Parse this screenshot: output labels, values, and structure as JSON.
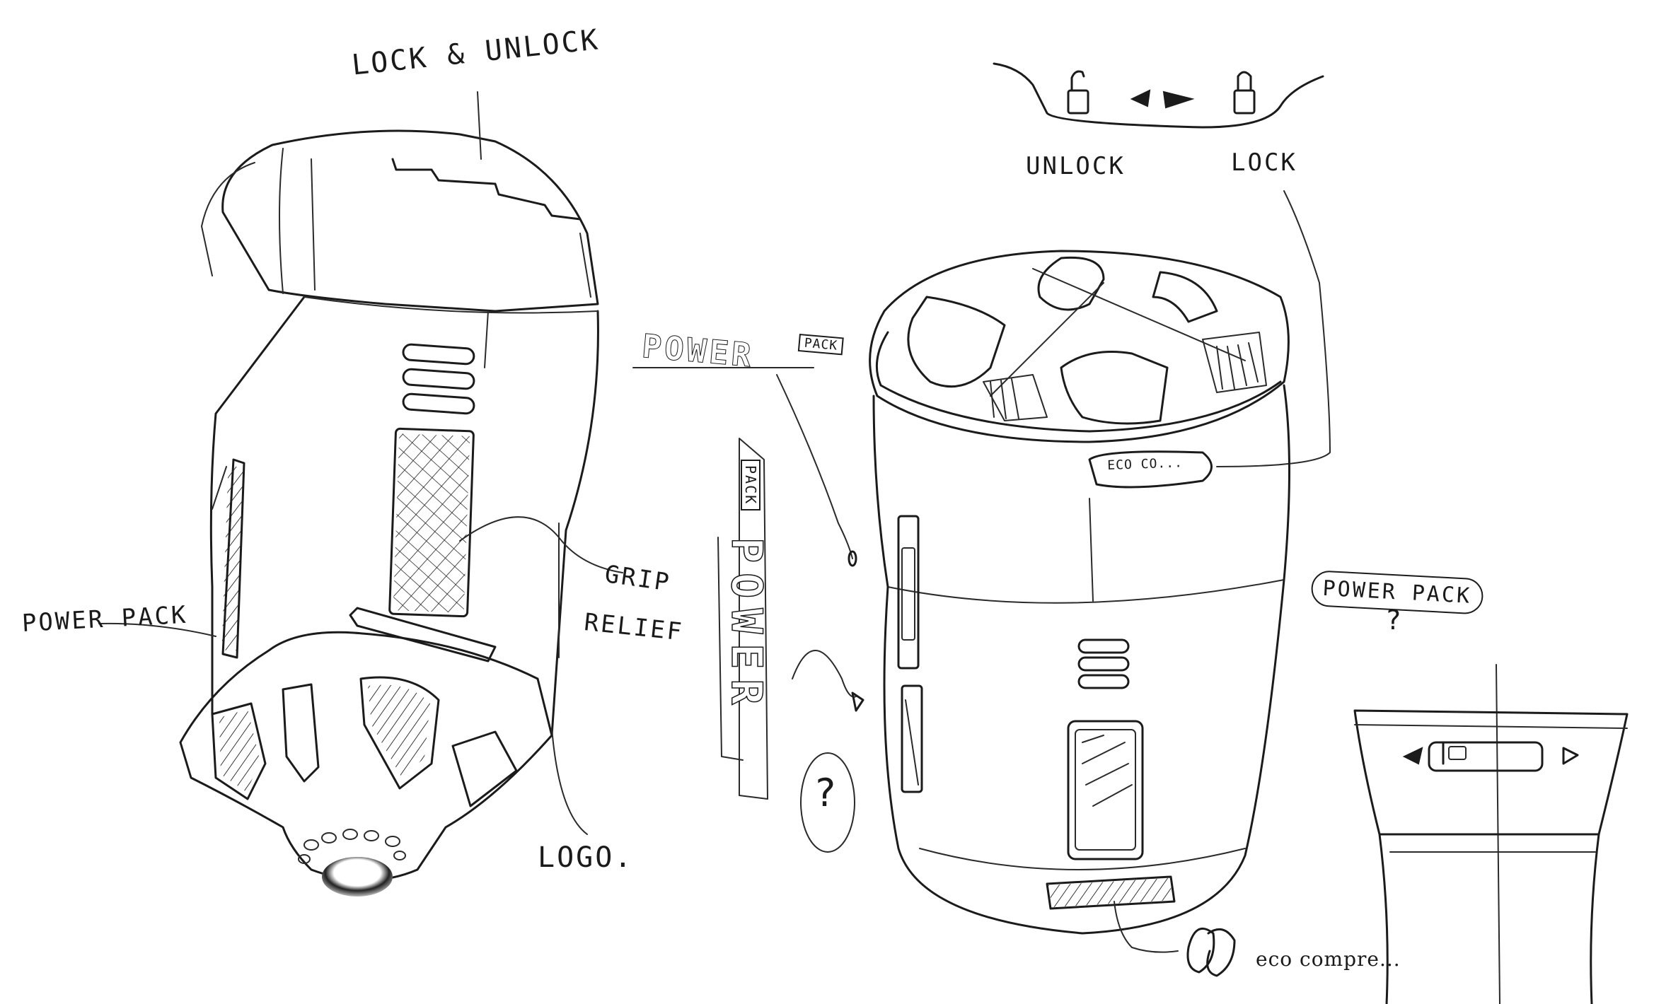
{
  "colors": {
    "ink": "#1b1b1b",
    "paper": "#ffffff"
  },
  "labels": {
    "lock_unlock": "LOCK & UNLOCK",
    "unlock": "UNLOCK",
    "lock": "LOCK",
    "power_pack_left": "POWER PACK",
    "grip_relief_1": "GRIP",
    "grip_relief_2": "RELIEF",
    "logo": "LOGO.",
    "power_wordmark": "POWER",
    "pack_small": "PACK",
    "power_pack_bubble": "POWER PACK",
    "question_1": "?",
    "question_2": "?",
    "eco_small": "ECO CO...",
    "eco_compress": "eco compre..."
  },
  "icons": [
    "open-padlock-icon",
    "closed-padlock-icon",
    "arrow-left-icon",
    "arrow-right-icon",
    "eco-logo-icon"
  ]
}
